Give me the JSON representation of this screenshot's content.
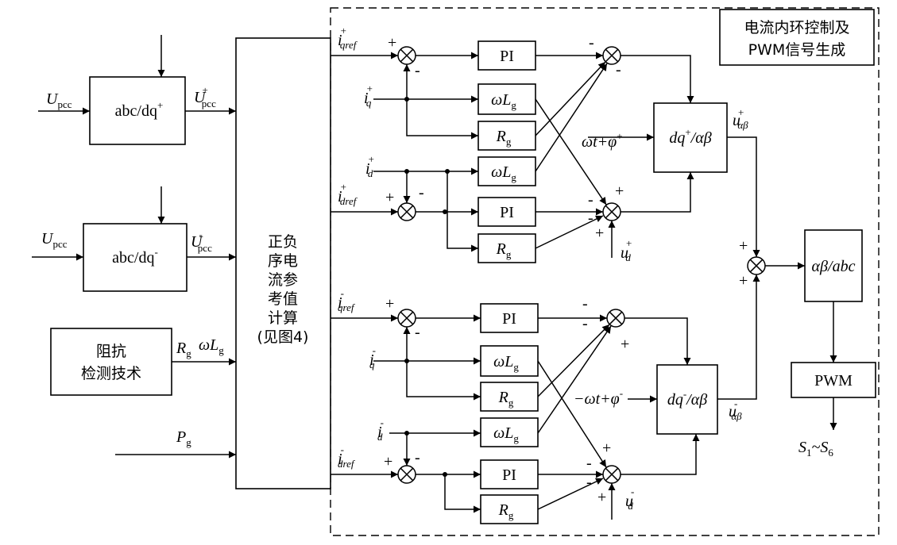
{
  "title_box": {
    "line1": "电流内环控制及",
    "line2": "PWM信号生成"
  },
  "blocks": {
    "abc_dq_pos": {
      "text": "abc/dq",
      "sup": "+"
    },
    "abc_dq_neg": {
      "text": "abc/dq",
      "sup": "-"
    },
    "impedance": {
      "line1": "阻抗",
      "line2": "检测技术"
    },
    "calc": {
      "lines": [
        "正负",
        "序电",
        "流参",
        "考值",
        "计算",
        "(见图4)"
      ]
    },
    "pi": "PI",
    "wl": "ωL",
    "wl_sub": "g",
    "r": "R",
    "r_sub": "g",
    "dq_ab_pos": {
      "text": "dq",
      "sup": "+",
      "tail": "/αβ"
    },
    "dq_ab_neg": {
      "text": "dq",
      "sup": "-",
      "tail": "/αβ"
    },
    "ab_abc": "αβ/abc",
    "pwm": "PWM"
  },
  "signals": {
    "u_pcc": "U",
    "u_pcc_sub": "pcc",
    "u_pcc_pos_sup": "+",
    "u_pcc_neg_sup": "-",
    "rg": "R",
    "rg_sub": "g",
    "wlg": "ωL",
    "wlg_sub": "g",
    "pg": "P",
    "pg_sub": "g",
    "i": "i",
    "q": "q",
    "d": "d",
    "qref": "qref",
    "dref": "dref",
    "pos": "+",
    "neg": "-",
    "ud": "u",
    "ud_sub": "d",
    "u_ab": "u",
    "u_ab_sub": "αβ",
    "wt_pos": "ωt+φ",
    "wt_neg": "−ωt+φ",
    "sw": "S",
    "sw_sub1": "1",
    "sw_tilde": "~S",
    "sw_sub2": "6"
  }
}
